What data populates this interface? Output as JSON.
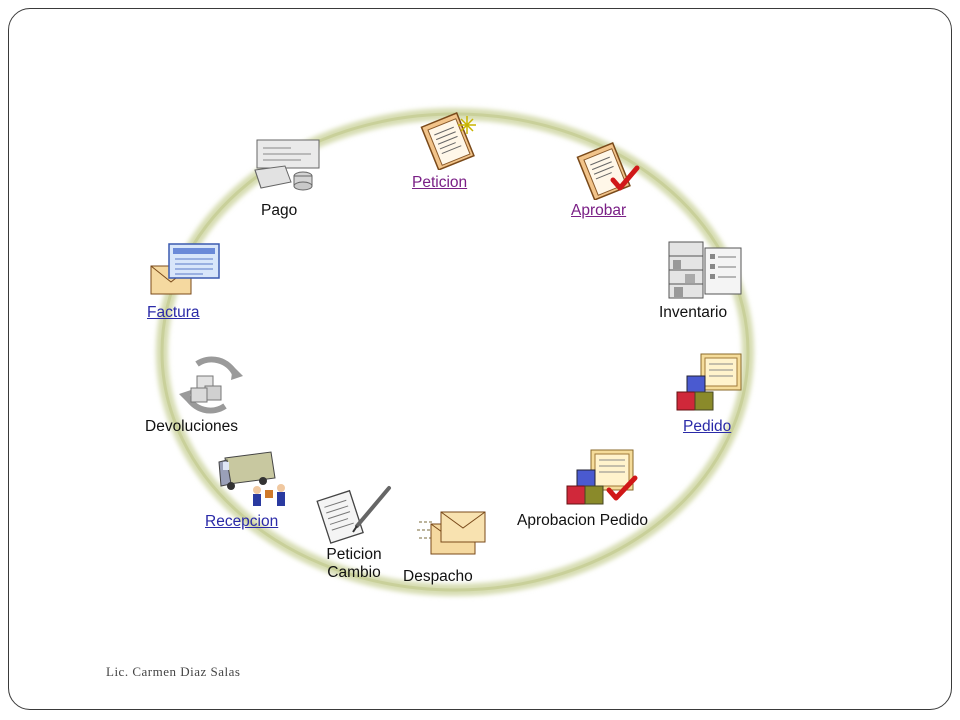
{
  "diagram": {
    "nodes": [
      {
        "id": "peticion",
        "label": "Peticion",
        "icon": "request-document-icon",
        "style": "visited"
      },
      {
        "id": "aprobar",
        "label": "Aprobar",
        "icon": "approve-document-icon",
        "style": "visited"
      },
      {
        "id": "inventario",
        "label": "Inventario",
        "icon": "inventory-shelves-icon",
        "style": "plain"
      },
      {
        "id": "pedido",
        "label": "Pedido",
        "icon": "order-boxes-icon",
        "style": "link"
      },
      {
        "id": "aprobacion_pedido",
        "label": "Aprobacion Pedido",
        "icon": "order-approval-icon",
        "style": "plain"
      },
      {
        "id": "despacho",
        "label": "Despacho",
        "icon": "dispatch-envelopes-icon",
        "style": "plain"
      },
      {
        "id": "peticion_cambio",
        "label_line1": "Peticion",
        "label_line2": "Cambio",
        "icon": "change-request-icon",
        "style": "plain"
      },
      {
        "id": "recepcion",
        "label": "Recepcion",
        "icon": "reception-truck-icon",
        "style": "link"
      },
      {
        "id": "devoluciones",
        "label": "Devoluciones",
        "icon": "returns-cycle-icon",
        "style": "plain"
      },
      {
        "id": "factura",
        "label": "Factura",
        "icon": "invoice-envelope-icon",
        "style": "link"
      },
      {
        "id": "pago",
        "label": "Pago",
        "icon": "payment-check-icon",
        "style": "plain"
      }
    ],
    "colors": {
      "ring": "#d6dcb0",
      "link": "#2a2aa8",
      "visited": "#7a1f86"
    }
  },
  "footer": {
    "author": "Lic. Carmen Diaz Salas"
  }
}
